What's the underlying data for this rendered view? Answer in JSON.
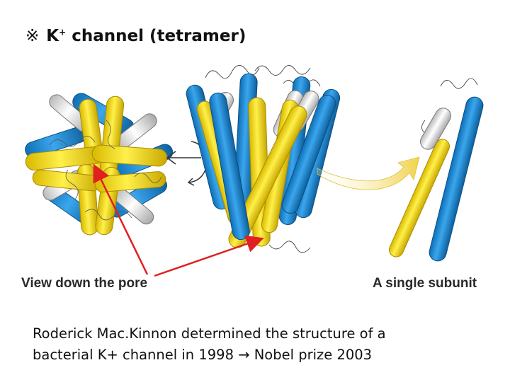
{
  "title": {
    "symbol": "※",
    "ion": "K",
    "ion_charge": "+",
    "text": "channel (tetramer)"
  },
  "figure": {
    "label_left": "View down the pore",
    "label_right": "A single subunit",
    "colors": {
      "helix_blue": "#1f8fd8",
      "helix_yellow": "#f5d70f",
      "helix_white": "#e6e6e6",
      "arrow_red": "#e02020",
      "arrow_yellow": "#f3e27a"
    }
  },
  "caption": {
    "line1": "Roderick Mac.Kinnon determined the structure of a",
    "line2": "bacterial K+ channel in 1998 → Nobel prize 2003"
  }
}
